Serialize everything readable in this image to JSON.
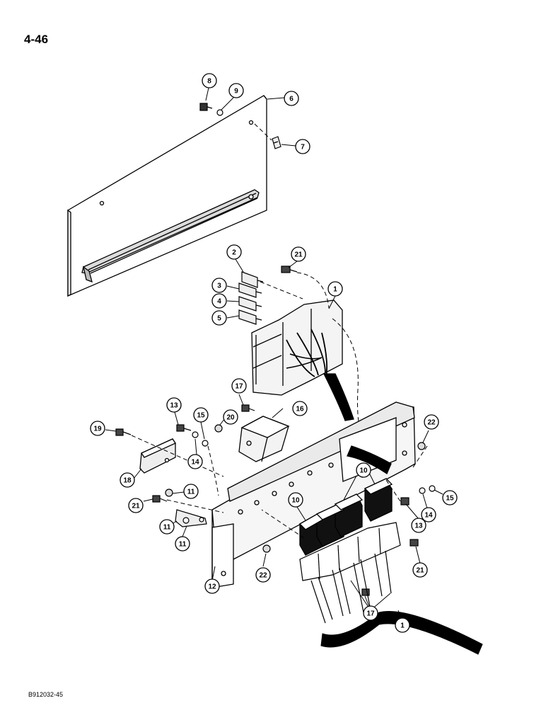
{
  "page_number": "4-46",
  "figure_code": "B912032-45",
  "callouts": [
    {
      "id": "c1a",
      "label": "1"
    },
    {
      "id": "c1b",
      "label": "1"
    },
    {
      "id": "c2",
      "label": "2"
    },
    {
      "id": "c3",
      "label": "3"
    },
    {
      "id": "c4",
      "label": "4"
    },
    {
      "id": "c5",
      "label": "5"
    },
    {
      "id": "c6",
      "label": "6"
    },
    {
      "id": "c7",
      "label": "7"
    },
    {
      "id": "c8",
      "label": "8"
    },
    {
      "id": "c9",
      "label": "9"
    },
    {
      "id": "c10a",
      "label": "10"
    },
    {
      "id": "c10b",
      "label": "10"
    },
    {
      "id": "c11a",
      "label": "11"
    },
    {
      "id": "c11b",
      "label": "11"
    },
    {
      "id": "c11c",
      "label": "11"
    },
    {
      "id": "c12",
      "label": "12"
    },
    {
      "id": "c13a",
      "label": "13"
    },
    {
      "id": "c13b",
      "label": "13"
    },
    {
      "id": "c14a",
      "label": "14"
    },
    {
      "id": "c14b",
      "label": "14"
    },
    {
      "id": "c15a",
      "label": "15"
    },
    {
      "id": "c15b",
      "label": "15"
    },
    {
      "id": "c16",
      "label": "16"
    },
    {
      "id": "c17a",
      "label": "17"
    },
    {
      "id": "c17b",
      "label": "17"
    },
    {
      "id": "c18",
      "label": "18"
    },
    {
      "id": "c19",
      "label": "19"
    },
    {
      "id": "c20",
      "label": "20"
    },
    {
      "id": "c21a",
      "label": "21"
    },
    {
      "id": "c21b",
      "label": "21"
    },
    {
      "id": "c21c",
      "label": "21"
    },
    {
      "id": "c22a",
      "label": "22"
    },
    {
      "id": "c22b",
      "label": "22"
    }
  ]
}
